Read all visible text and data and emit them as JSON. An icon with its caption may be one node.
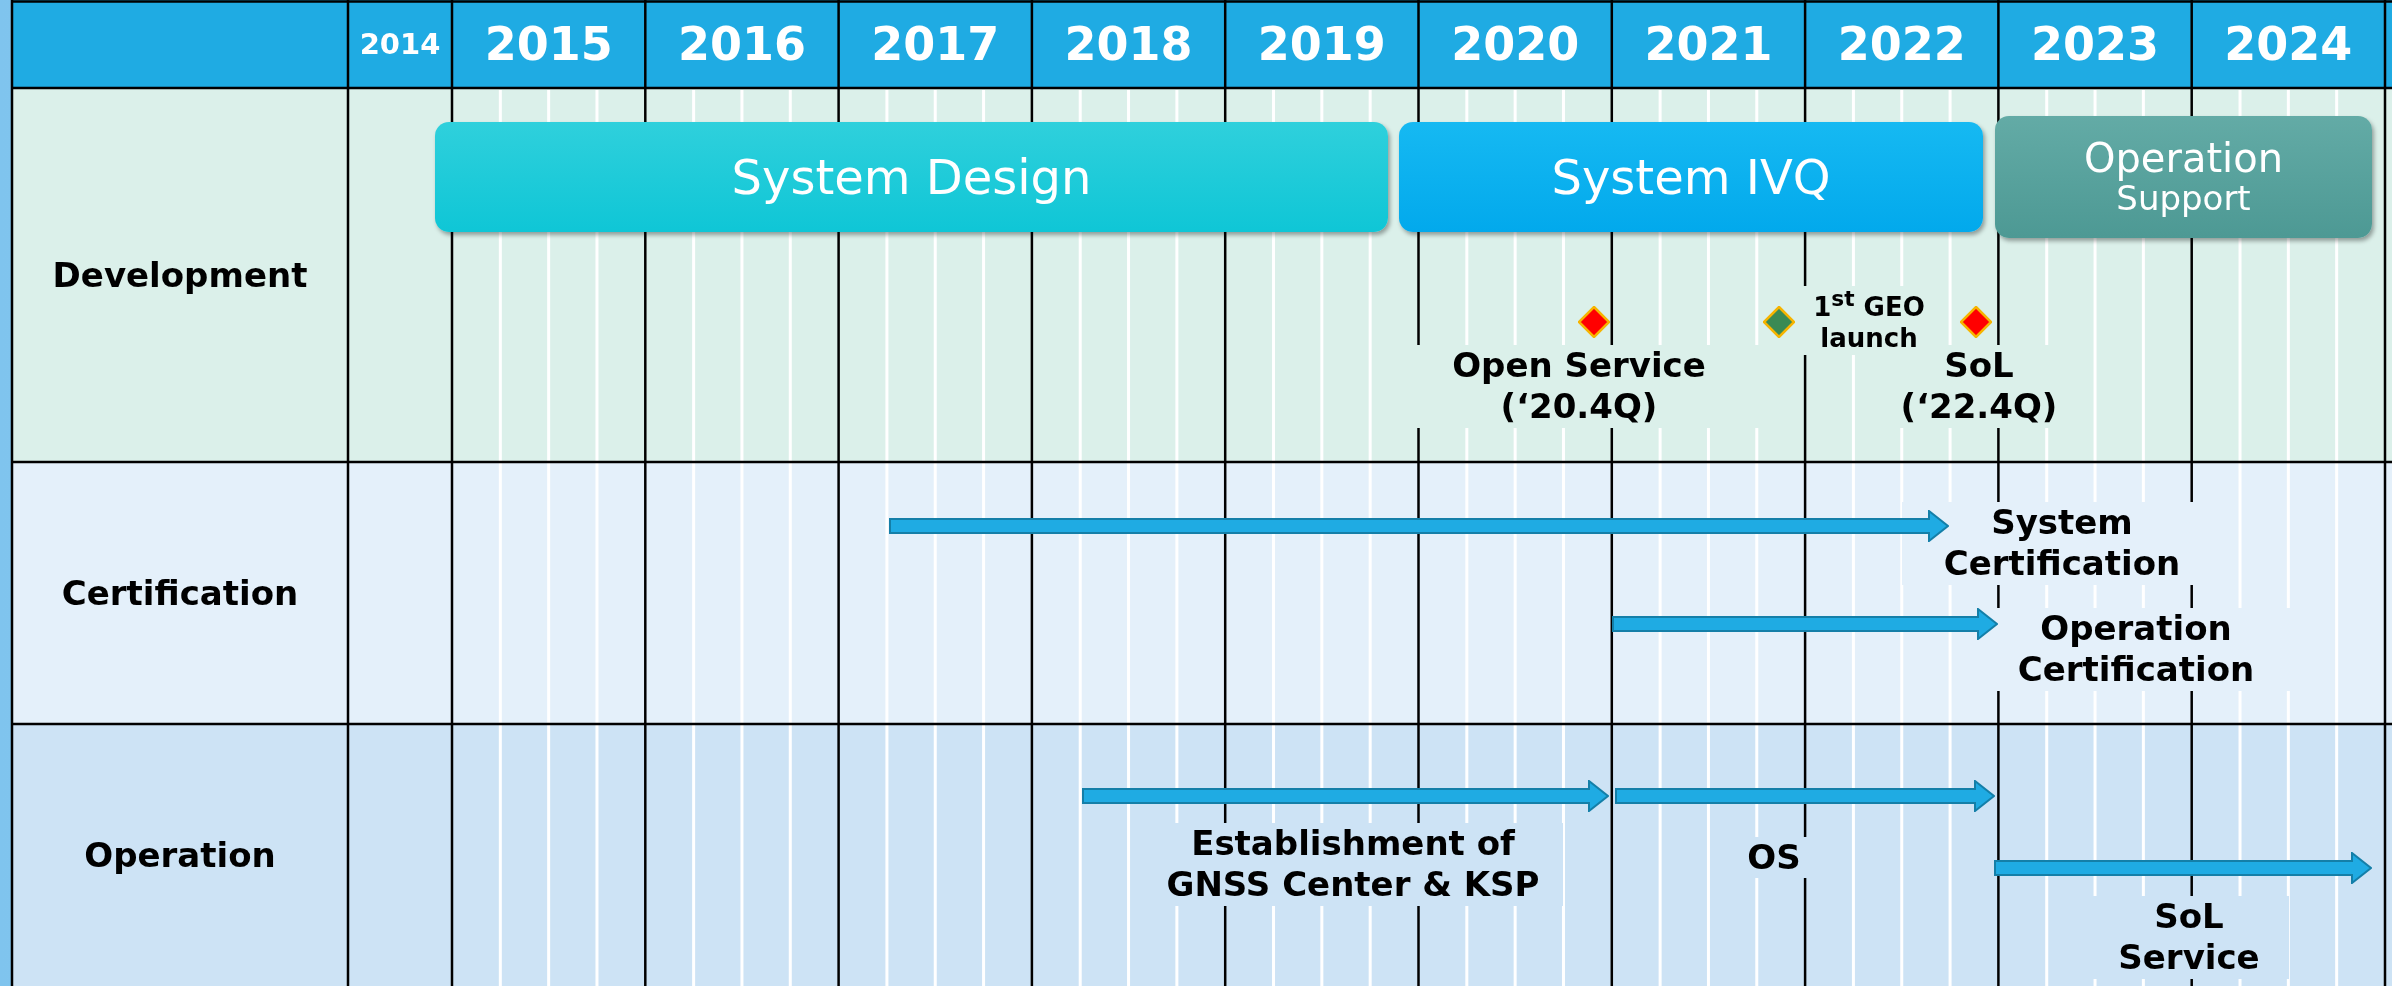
{
  "diagram": {
    "nodes": [
      {
        "text": [
          "System Design"
        ]
      },
      {
        "text": [
          "System IVQ"
        ]
      },
      {
        "text": [
          "Operation",
          "Support"
        ]
      },
      {
        "text": [],
        "shape": "diamond",
        "beside": [
          "Open Service (‘20.4Q)"
        ]
      },
      {
        "text": [],
        "shape": "diamond",
        "beside": [
          "1$^{st}$ GEO launch"
        ]
      },
      {
        "text": [],
        "shape": "diamond",
        "beside": [
          "SoL (‘22.4Q)"
        ]
      },
      {
        "text": [],
        "shape": "arrow",
        "beside": [
          "System Certification"
        ]
      },
      {
        "text": [],
        "shape": "arrow",
        "beside": [
          "Operation Certification"
        ]
      },
      {
        "text": [],
        "shape": "arrow",
        "beside": [
          "Establishment of GNSS Center & KSP"
        ]
      },
      {
        "text": [],
        "shape": "arrow",
        "beside": [
          "OS"
        ]
      },
      {
        "text": [],
        "shape": "arrow",
        "beside": [
          "SoL Service"
        ]
      }
    ],
    "labels": [
      "2014",
      "2015",
      "2016",
      "2017",
      "2018",
      "2019",
      "2020",
      "2021",
      "2022",
      "2023",
      "2024",
      "Development",
      "Certification",
      "Operation"
    ]
  }
}
